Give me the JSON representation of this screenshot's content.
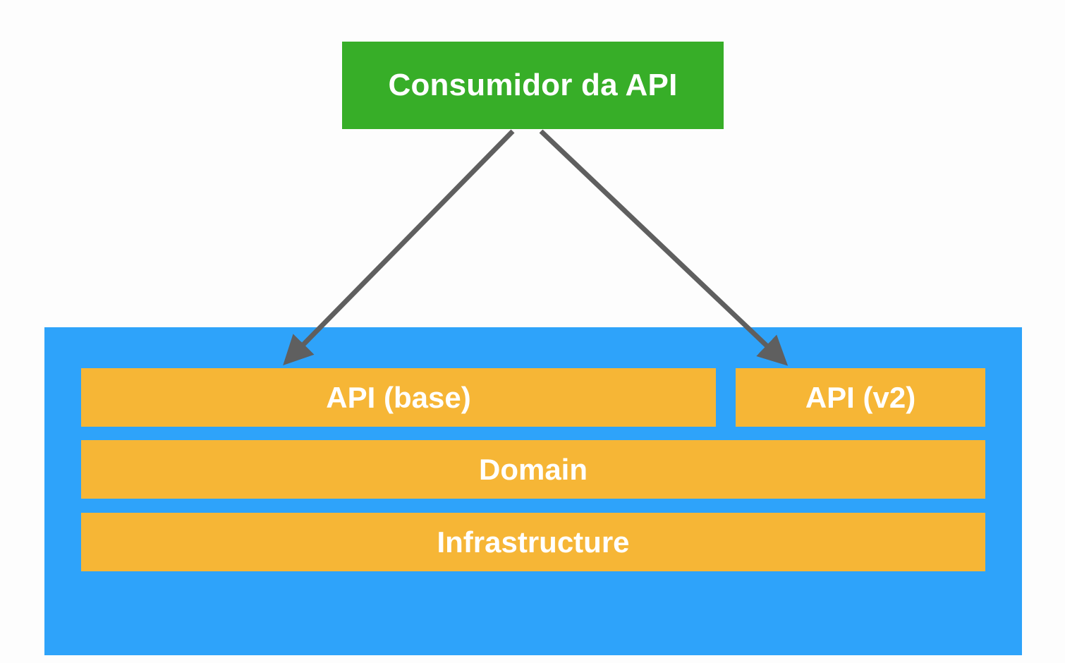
{
  "consumer": {
    "label": "Consumidor da API",
    "color": "#37ae28"
  },
  "container": {
    "color": "#2ea3fa"
  },
  "layers": {
    "api_base": "API (base)",
    "api_v2": "API (v2)",
    "domain": "Domain",
    "infrastructure": "Infrastructure",
    "color": "#f6b636"
  },
  "arrows": {
    "color": "#5f5f5f",
    "edges": [
      {
        "from": "Consumidor da API",
        "to": "API (base)"
      },
      {
        "from": "Consumidor da API",
        "to": "API (v2)"
      }
    ]
  }
}
